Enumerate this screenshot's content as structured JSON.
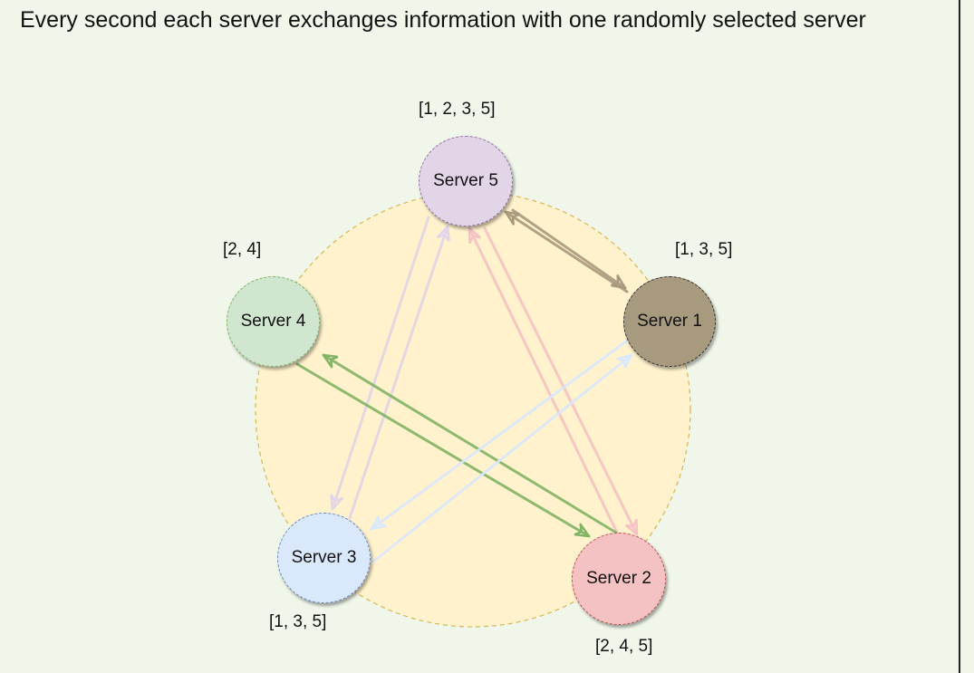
{
  "title": "Every second each server exchanges information with one randomly selected server",
  "servers": {
    "s1": {
      "label": "Server 1",
      "set": "[1, 3, 5]",
      "fill": "#a89a7e",
      "stroke": "#333333"
    },
    "s2": {
      "label": "Server 2",
      "set": "[2, 4, 5]",
      "fill": "#f4c2c2",
      "stroke": "#b85450"
    },
    "s3": {
      "label": "Server 3",
      "set": "[1, 3, 5]",
      "fill": "#dae8fc",
      "stroke": "#6c8ebf"
    },
    "s4": {
      "label": "Server 4",
      "set": "[2, 4]",
      "fill": "#d0e6cf",
      "stroke": "#82b366"
    },
    "s5": {
      "label": "Server 5",
      "set": "[1, 2, 3, 5]",
      "fill": "#e1d5e7",
      "stroke": "#9673a6"
    }
  },
  "background_circle": {
    "fill": "#fff2cc",
    "stroke": "#d6b656"
  },
  "exchanges": [
    {
      "pair": "s5-s1",
      "color": "#a89a7e"
    },
    {
      "pair": "s5-s3",
      "color": "#e1d5e7"
    },
    {
      "pair": "s5-s2",
      "color": "#f4c2c2"
    },
    {
      "pair": "s4-s2",
      "color": "#82b366"
    },
    {
      "pair": "s1-s3",
      "color": "#dae8fc"
    }
  ]
}
